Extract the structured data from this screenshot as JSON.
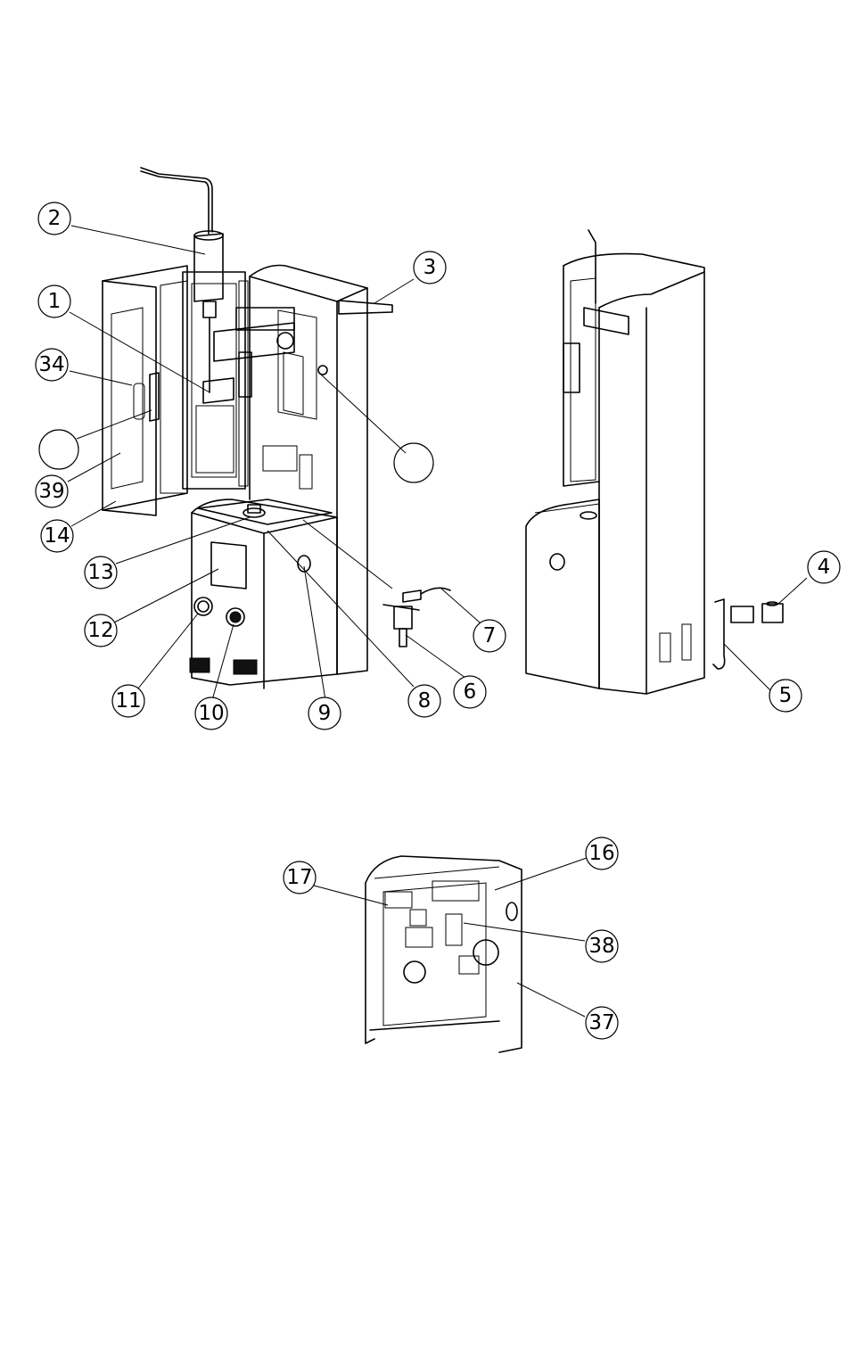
{
  "callouts": [
    {
      "label": "1"
    },
    {
      "label": "2"
    },
    {
      "label": "3"
    },
    {
      "label": "34"
    },
    {
      "label": "39"
    },
    {
      "label": "14"
    },
    {
      "label": "13"
    },
    {
      "label": "12"
    },
    {
      "label": "11"
    },
    {
      "label": "10"
    },
    {
      "label": "9"
    },
    {
      "label": "8"
    },
    {
      "label": "6"
    },
    {
      "label": "7"
    },
    {
      "label": "4"
    },
    {
      "label": "5"
    },
    {
      "label": "17"
    },
    {
      "label": "16"
    },
    {
      "label": "38"
    },
    {
      "label": "37"
    },
    {
      "label": ""
    },
    {
      "label": ""
    }
  ]
}
